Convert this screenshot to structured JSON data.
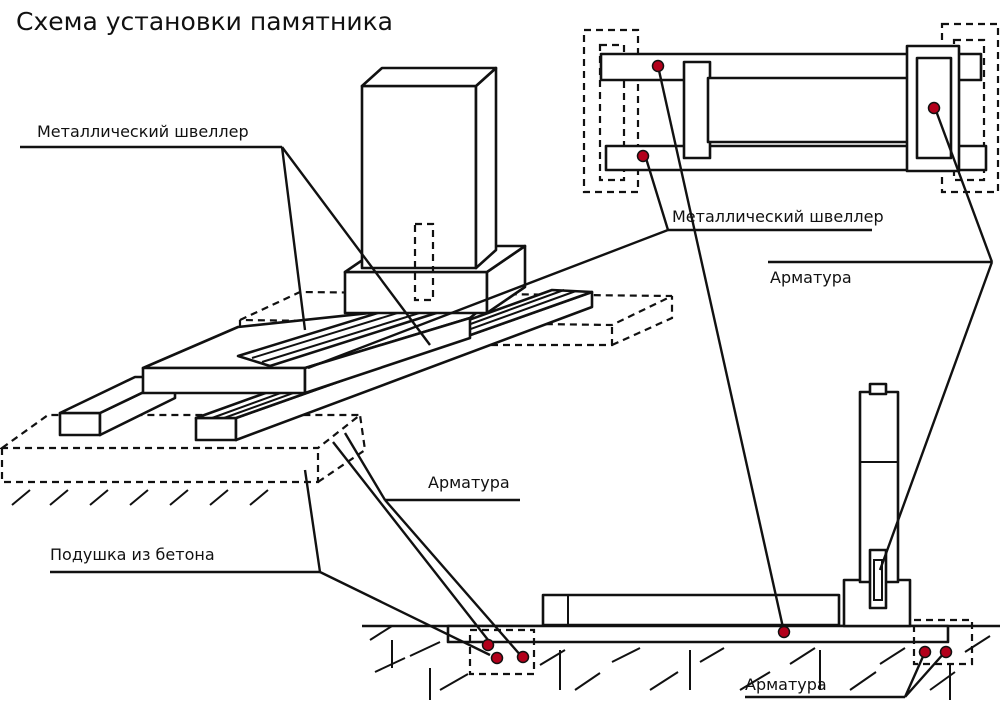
{
  "title": "Схема установки памятника",
  "labels": {
    "channel_left": "Металлический швеллер",
    "channel_right": "Металлический швеллер",
    "rebar_right": "Арматура",
    "rebar_middle": "Арматура",
    "rebar_bottom": "Арматура",
    "concrete_pad": "Подушка из бетона"
  },
  "colors": {
    "line": "#111111",
    "rebar_dot": "#b3001b",
    "background": "#ffffff"
  }
}
